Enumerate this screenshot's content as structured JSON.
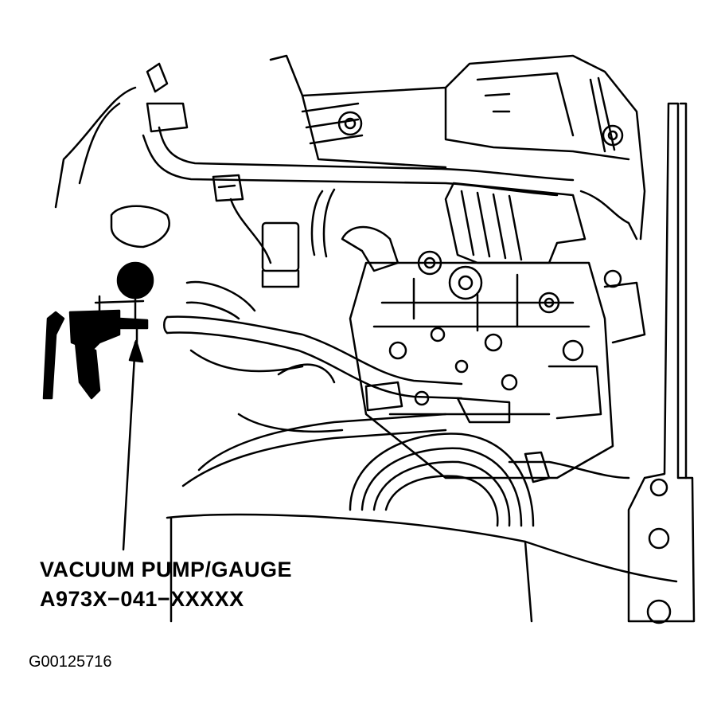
{
  "callout": {
    "tool_name": "VACUUM PUMP/GAUGE",
    "tool_number": "A973X−041−XXXXX"
  },
  "figure_id": "G00125716",
  "colors": {
    "line": "#000000",
    "background": "#ffffff"
  }
}
